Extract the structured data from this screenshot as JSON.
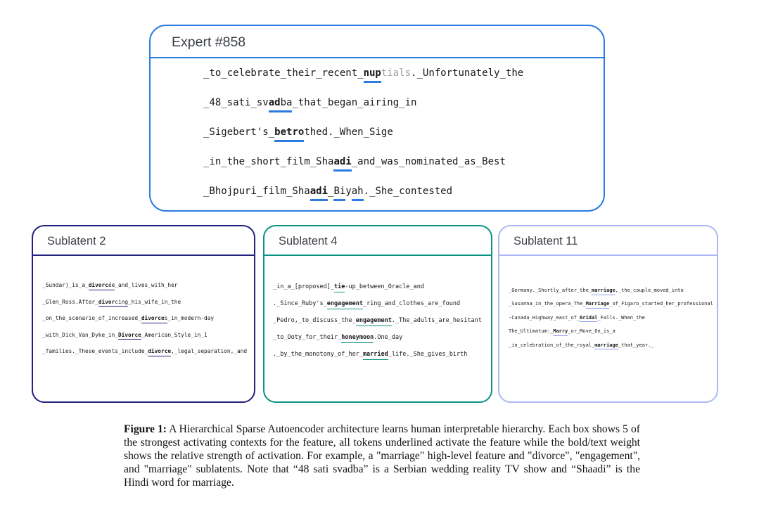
{
  "expert": {
    "title": "Expert #858",
    "border_color": "#2b7ce0",
    "underline_color": "#2b7ce0",
    "lines": [
      [
        {
          "t": "_to_celebrate_their_recent_"
        },
        {
          "t": "nup",
          "b": true,
          "u": true
        },
        {
          "t": "tials",
          "f": true
        },
        {
          "t": "._Unfortunately_the"
        }
      ],
      [
        {
          "t": "_48_sati_sv"
        },
        {
          "t": "ad",
          "b": true,
          "u": true
        },
        {
          "t": "ba",
          "u": true
        },
        {
          "t": "_that_began_airing_in"
        }
      ],
      [
        {
          "t": "_Sigebert's_"
        },
        {
          "t": "betro",
          "b": true,
          "u": true
        },
        {
          "t": "thed._When_Sige"
        }
      ],
      [
        {
          "t": "_in_the_short_film_Sha"
        },
        {
          "t": "adi",
          "b": true,
          "u": true
        },
        {
          "t": "_and_was_nominated_as_Best"
        }
      ],
      [
        {
          "t": "_Bhojpuri_film_Sha"
        },
        {
          "t": "adi",
          "b": true,
          "u": true
        },
        {
          "t": "_"
        },
        {
          "t": "Bi",
          "u": true
        },
        {
          "t": "y"
        },
        {
          "t": "ah",
          "u": true
        },
        {
          "t": "._She_contested"
        }
      ]
    ]
  },
  "sublatents": [
    {
      "title": "Sublatent 2",
      "border_color": "#23207f",
      "underline_color": "#23207f",
      "lines": [
        [
          {
            "t": "_Sundar)_is_a_"
          },
          {
            "t": "divorc",
            "b": true,
            "u": true
          },
          {
            "t": "ée",
            "u": true
          },
          {
            "t": "_and_lives_with_her"
          }
        ],
        [
          {
            "t": "_Glen_Ross.After_"
          },
          {
            "t": "divor",
            "b": true,
            "u": true
          },
          {
            "t": "cing",
            "u": true
          },
          {
            "t": "_his_wife_in_the"
          }
        ],
        [
          {
            "t": "_on_the_scenario_of_increased_"
          },
          {
            "t": "divorce",
            "b": true,
            "u": true
          },
          {
            "t": "s",
            "u": true
          },
          {
            "t": "_in_modern-day"
          }
        ],
        [
          {
            "t": "_with_Dick_Van_Dyke_in_"
          },
          {
            "t": "Divorce",
            "b": true,
            "u": true
          },
          {
            "t": "_American_Style_in_1"
          }
        ],
        [
          {
            "t": "_families._These_events_include_"
          },
          {
            "t": "divorce",
            "b": true,
            "u": true
          },
          {
            "t": ",_legal_separation,_and"
          }
        ]
      ]
    },
    {
      "title": "Sublatent 4",
      "border_color": "#0b9383",
      "underline_color": "#0b9383",
      "lines": [
        [
          {
            "t": "_in_a_[proposed]_"
          },
          {
            "t": "tie",
            "b": true,
            "u": true
          },
          {
            "t": "-up_between_Oracle_and"
          }
        ],
        [
          {
            "t": "._Since_Ruby's_"
          },
          {
            "t": "engagement",
            "b": true,
            "u": true
          },
          {
            "t": "_ring_and_clothes_are_found"
          }
        ],
        [
          {
            "t": "_Pedro,_to_discuss_the_"
          },
          {
            "t": "engagement",
            "b": true,
            "u": true
          },
          {
            "t": "._The_adults_are_hesitant"
          }
        ],
        [
          {
            "t": "_to_Ooty_for_their_"
          },
          {
            "t": "honeymoon",
            "b": true,
            "u": true
          },
          {
            "t": ".One_day"
          }
        ],
        [
          {
            "t": "._by_the_monotony_of_her_"
          },
          {
            "t": "married",
            "b": true,
            "u": true
          },
          {
            "t": "_life._She_gives_birth"
          }
        ]
      ]
    },
    {
      "title": "Sublatent 11",
      "border_color": "#aeb7f5",
      "underline_color": "#8e9cf0",
      "lines": [
        [
          {
            "t": "_Germany._Shortly_after_the_"
          },
          {
            "t": "marriage",
            "b": true,
            "u": true
          },
          {
            "t": ",_the_couple_moved_into"
          }
        ],
        [
          {
            "t": "_Susanna_in_the_opera_The_"
          },
          {
            "t": "Marriage",
            "b": true,
            "u": true
          },
          {
            "t": "_of_Figaro_started_her_professional"
          }
        ],
        [
          {
            "t": "-Canada_Highway_east_of_"
          },
          {
            "t": "Bridal",
            "b": true,
            "u": true
          },
          {
            "t": "_Falls._When_the"
          }
        ],
        [
          {
            "t": "The_Ultimatum:_"
          },
          {
            "t": "Marry",
            "b": true,
            "u": true
          },
          {
            "t": "_or_Move_On_is_a"
          }
        ],
        [
          {
            "t": "_in_celebration_of_the_royal_"
          },
          {
            "t": "marriage",
            "b": true,
            "u": true
          },
          {
            "t": "_that_year._"
          }
        ]
      ]
    }
  ],
  "caption": {
    "label": "Figure 1:",
    "text": " A Hierarchical Sparse Autoencoder architecture learns human interpretable hierarchy. Each box shows 5 of the strongest activating contexts for the feature, all tokens underlined activate the feature while the bold/text weight shows the relative strength of activation. For example, a \"marriage\" high-level feature and \"divorce\", \"engagement\", and \"marriage\" sublatents. Note that “48 sati svadba” is a Serbian wedding reality TV show and “Shaadi” is the Hindi word for marriage."
  }
}
